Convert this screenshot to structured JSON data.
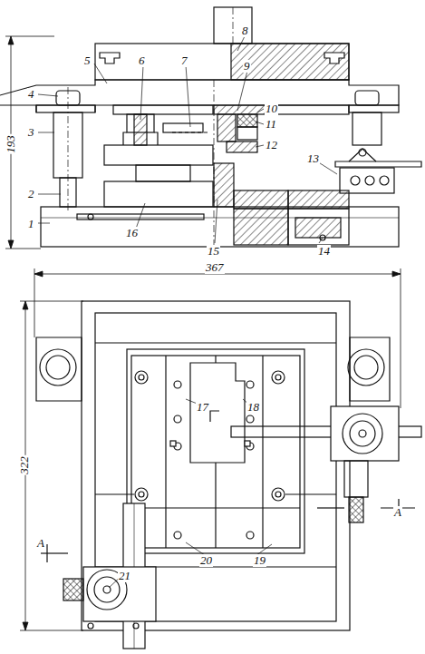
{
  "diagram": {
    "labels": [
      "1",
      "2",
      "3",
      "4",
      "5",
      "6",
      "7",
      "8",
      "9",
      "10",
      "11",
      "12",
      "13",
      "14",
      "15",
      "16",
      "17",
      "18",
      "19",
      "20",
      "21",
      "193",
      "367",
      "322",
      "A",
      "A"
    ]
  }
}
